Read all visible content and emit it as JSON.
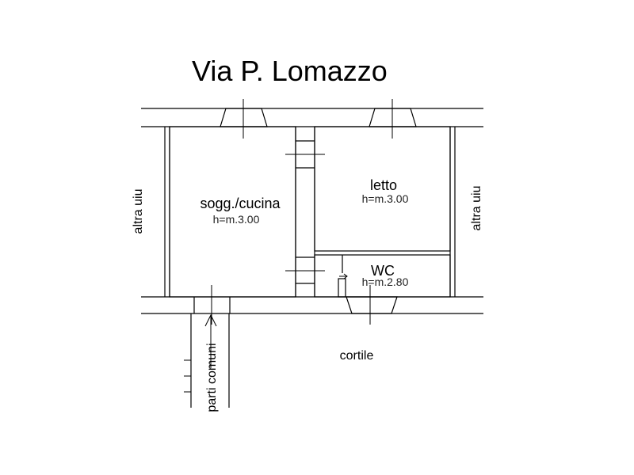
{
  "title": "Via P. Lomazzo",
  "rooms": {
    "soggiorno": {
      "name": "sogg./cucina",
      "height": "h=m.3.00"
    },
    "letto": {
      "name": "letto",
      "height": "h=m.3.00"
    },
    "wc": {
      "name": "WC",
      "height": "h=m.2.80"
    }
  },
  "labels": {
    "left_neighbor": "altra uiu",
    "right_neighbor": "altra uiu",
    "common_parts": "parti comuni",
    "courtyard": "cortile"
  },
  "colors": {
    "line": "#000000",
    "background": "#ffffff"
  }
}
